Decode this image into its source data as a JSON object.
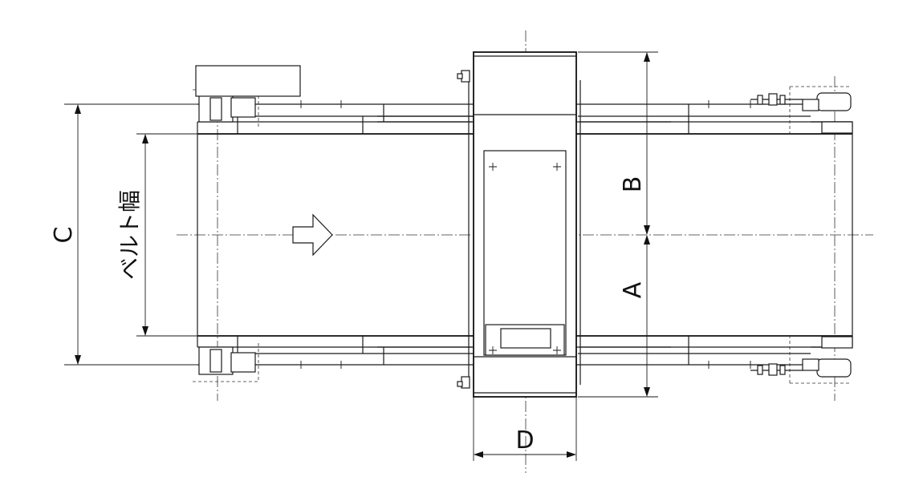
{
  "labels": {
    "dim_a": "A",
    "dim_b": "B",
    "dim_c": "C",
    "dim_d": "D",
    "belt_width": "ベルト幅"
  }
}
